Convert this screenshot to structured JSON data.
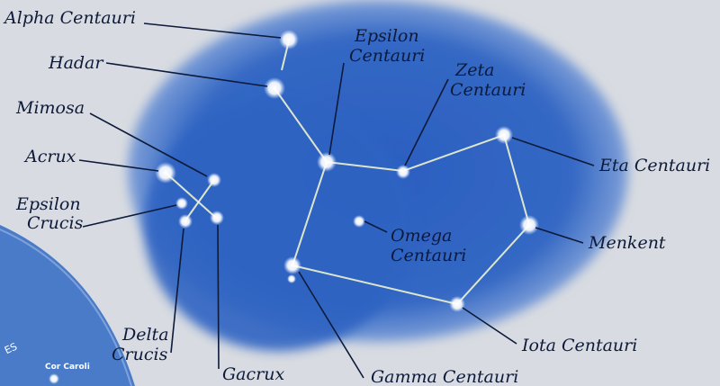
{
  "colors": {
    "background": "#d7dbe0",
    "sky_blob": "#2f63c2",
    "sky_blob_edge": "#5f86d2",
    "milky_edge": "#4a7bc8",
    "label": "#0d1a3a",
    "figure_line": "#eef3cf",
    "star": "#ffffff"
  },
  "labels": {
    "alpha_centauri": "Alpha Centauri",
    "hadar": "Hadar",
    "mimosa": "Mimosa",
    "acrux": "Acrux",
    "epsilon_crucis_1": "Epsilon",
    "epsilon_crucis_2": "Crucis",
    "delta_crucis_1": "Delta",
    "delta_crucis_2": "Crucis",
    "gacrux": "Gacrux",
    "epsilon_centauri_1": "Epsilon",
    "epsilon_centauri_2": "Centauri",
    "zeta_centauri_1": "Zeta",
    "zeta_centauri_2": "Centauri",
    "eta_centauri": "Eta Centauri",
    "omega_centauri_1": "Omega",
    "omega_centauri_2": "Centauri",
    "menkent": "Menkent",
    "iota_centauri": "Iota Centauri",
    "gamma_centauri": "Gamma Centauri",
    "cor_caroli": "Cor Caroli",
    "edge_text": "ES"
  }
}
